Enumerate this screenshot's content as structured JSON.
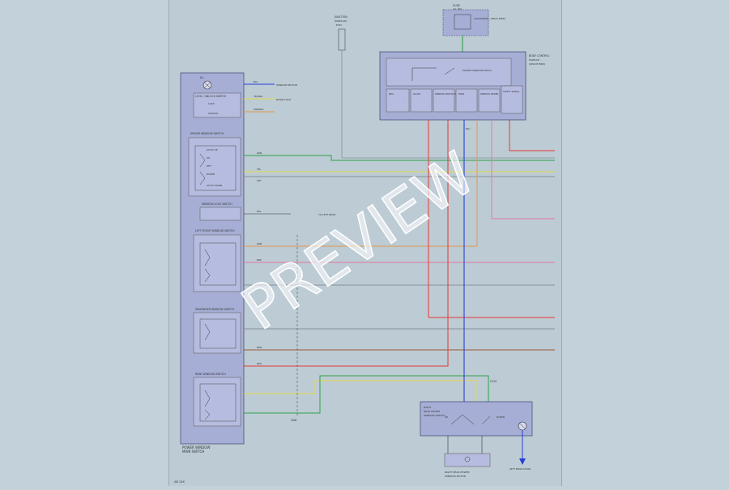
{
  "sheet_id": "AB 1XX",
  "watermark": "PREVIEW",
  "wire_colors": {
    "red": "#e33a34",
    "blue": "#2a3fd6",
    "green": "#2ea24a",
    "yellow": "#e5d84a",
    "orange": "#e29a4d",
    "brown": "#9c5a36",
    "pink": "#e07aa0",
    "gray": "#8a9299"
  },
  "top_fuse": {
    "label1": "FUSE",
    "label2": "(1) 10A",
    "note": "(LIN POWER) / (MULTI FEED)"
  },
  "center_label": {
    "title": "JUNCTION",
    "sub1": "(MODULE)",
    "sub2": "ECM"
  },
  "left_module": {
    "footer1": "POWER WINDOW",
    "footer2": "MAIN SWITCH",
    "lamp_label": "ILL",
    "sub_lock": "LOCK / UNLOCK SWITCH",
    "sub_driver": "DRIVER WINDOW SWITCH",
    "sub_lockout": "WINDOW LOCK SWITCH",
    "sub_lf": "LEFT FRONT WINDOW SWITCH",
    "sub_rf": "PASSENGER WINDOW SWITCH",
    "sub_rr": "REAR WINDOW SWITCH",
    "auto_up": "AUTO UP",
    "up": "UP",
    "off": "OFF",
    "down": "DOWN",
    "auto_down": "AUTO DOWN",
    "lock": "LOCK",
    "unlock": "UNLOCK"
  },
  "right_module": {
    "title": "BODY CONTROL",
    "sub1": "MODULE",
    "sub2": "(SPLICE BRD)",
    "cell_relay": "POWER WINDOW RELAY",
    "cell_a": "RPA",
    "cell_b": "SLOW",
    "cell_c": "WINDOW MOTOR POWER",
    "cell_d": "PWR",
    "cell_e": "WINDOW POWER",
    "cell_f": "SAFETY SIGNAL"
  },
  "bottom_switch": {
    "title1": "RIGHT",
    "title2": "REAR POWER",
    "title3": "WINDOW SWITCH",
    "up": "UP",
    "down": "DOWN",
    "motor1": "RIGHT REAR POWER",
    "motor2": "WINDOW MOTOR"
  },
  "ground_label": "GND",
  "conn_label": "C220",
  "wires": {
    "w1": "BLU",
    "w2": "YEL/BLK",
    "w3": "ORN/BLK",
    "w4": "GRN",
    "w5": "YEL",
    "w6": "GRY",
    "w7": "BLK",
    "w8": "ORN",
    "w9": "PNK",
    "w10": "RED",
    "w11": "BLU",
    "w12": "BRN"
  },
  "destinations": {
    "d1": "WINDOW MOTOR",
    "d2": "DOOR LOCK",
    "d3": "TO LEFT REAR",
    "d4": "LEFT REAR DOOR"
  }
}
